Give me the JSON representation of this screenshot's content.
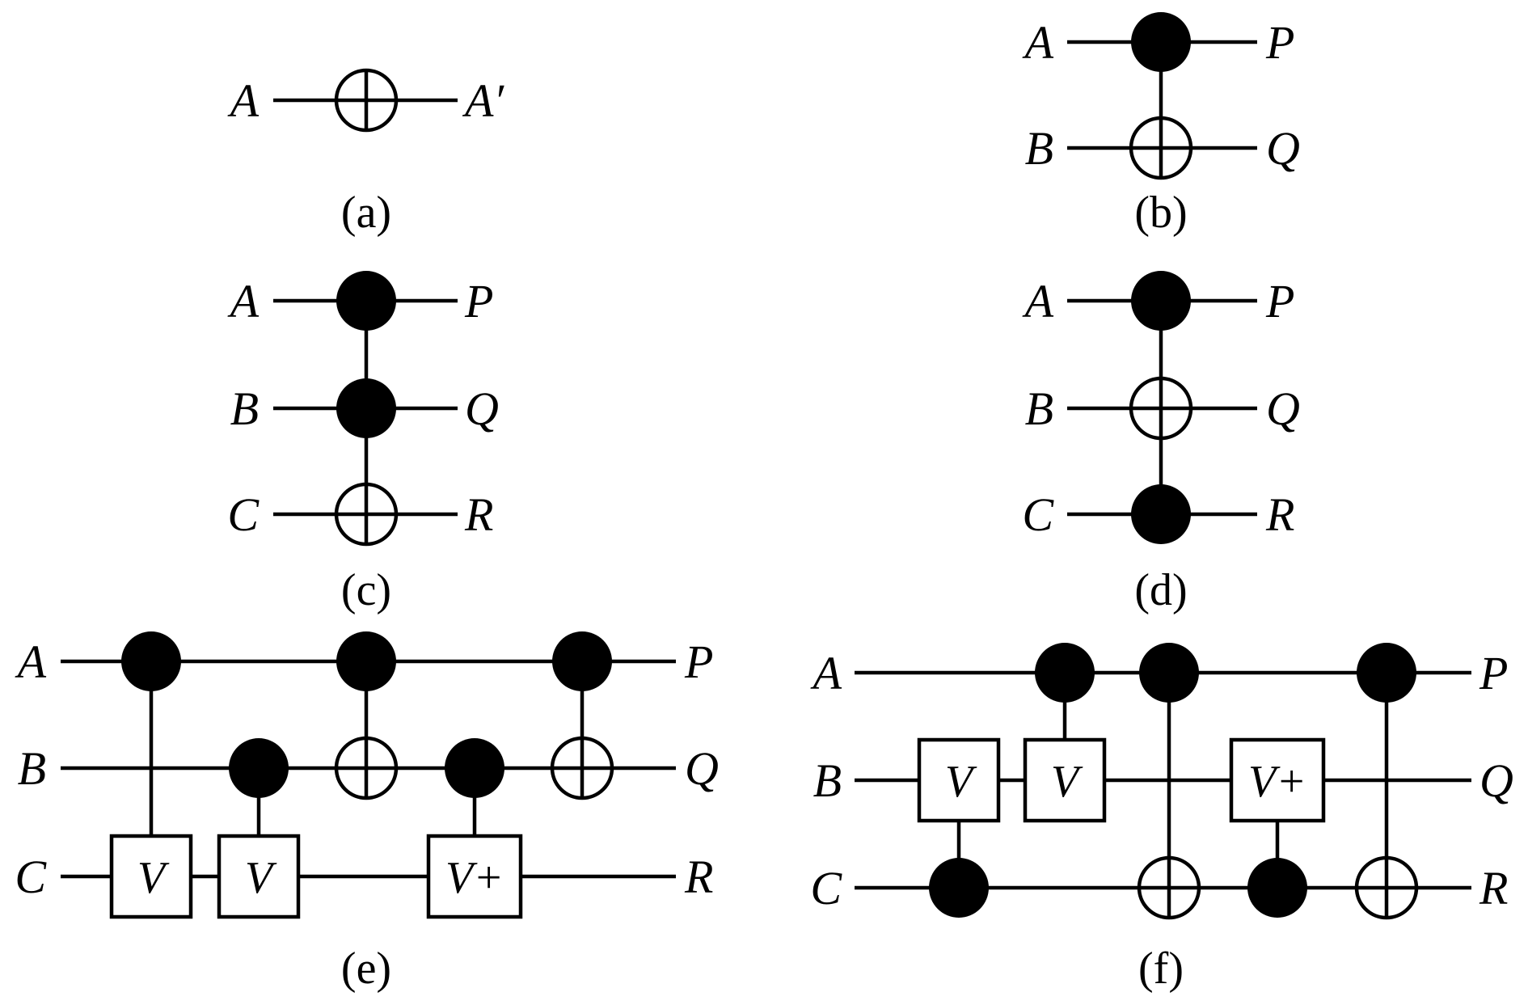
{
  "panels": [
    {
      "id": "a",
      "caption": "(a)",
      "lines": [
        {
          "input": "A",
          "output": "A′"
        }
      ],
      "ops": [
        {
          "type": "target",
          "line": 0,
          "col": 0
        }
      ]
    },
    {
      "id": "b",
      "caption": "(b)",
      "lines": [
        {
          "input": "A",
          "output": "P"
        },
        {
          "input": "B",
          "output": "Q"
        }
      ],
      "ops": [
        {
          "type": "control",
          "line": 0,
          "col": 0
        },
        {
          "type": "target",
          "line": 1,
          "col": 0
        }
      ]
    },
    {
      "id": "c",
      "caption": "(c)",
      "lines": [
        {
          "input": "A",
          "output": "P"
        },
        {
          "input": "B",
          "output": "Q"
        },
        {
          "input": "C",
          "output": "R"
        }
      ],
      "ops": [
        {
          "type": "control",
          "line": 0,
          "col": 0
        },
        {
          "type": "control",
          "line": 1,
          "col": 0
        },
        {
          "type": "target",
          "line": 2,
          "col": 0
        }
      ]
    },
    {
      "id": "d",
      "caption": "(d)",
      "lines": [
        {
          "input": "A",
          "output": "P"
        },
        {
          "input": "B",
          "output": "Q"
        },
        {
          "input": "C",
          "output": "R"
        }
      ],
      "ops": [
        {
          "type": "control",
          "line": 0,
          "col": 0
        },
        {
          "type": "target",
          "line": 1,
          "col": 0
        },
        {
          "type": "control",
          "line": 2,
          "col": 0
        }
      ]
    },
    {
      "id": "e",
      "caption": "(e)",
      "lines": [
        {
          "input": "A",
          "output": "P"
        },
        {
          "input": "B",
          "output": "Q"
        },
        {
          "input": "C",
          "output": "R"
        }
      ],
      "ops": [
        {
          "type": "control",
          "line": 0,
          "col": 0
        },
        {
          "type": "gate",
          "line": 2,
          "col": 0,
          "label": "V"
        },
        {
          "type": "control",
          "line": 1,
          "col": 1
        },
        {
          "type": "gate",
          "line": 2,
          "col": 1,
          "label": "V"
        },
        {
          "type": "control",
          "line": 0,
          "col": 2
        },
        {
          "type": "target",
          "line": 1,
          "col": 2
        },
        {
          "type": "control",
          "line": 1,
          "col": 3
        },
        {
          "type": "gate",
          "line": 2,
          "col": 3,
          "label": "V+"
        },
        {
          "type": "control",
          "line": 0,
          "col": 4
        },
        {
          "type": "target",
          "line": 1,
          "col": 4
        }
      ]
    },
    {
      "id": "f",
      "caption": "(f)",
      "lines": [
        {
          "input": "A",
          "output": "P"
        },
        {
          "input": "B",
          "output": "Q"
        },
        {
          "input": "C",
          "output": "R"
        }
      ],
      "ops": [
        {
          "type": "gate",
          "line": 1,
          "col": 0,
          "label": "V"
        },
        {
          "type": "control",
          "line": 2,
          "col": 0
        },
        {
          "type": "control",
          "line": 0,
          "col": 1
        },
        {
          "type": "gate",
          "line": 1,
          "col": 1,
          "label": "V"
        },
        {
          "type": "control",
          "line": 0,
          "col": 2
        },
        {
          "type": "target",
          "line": 2,
          "col": 2
        },
        {
          "type": "gate",
          "line": 1,
          "col": 3,
          "label": "V+"
        },
        {
          "type": "control",
          "line": 2,
          "col": 3
        },
        {
          "type": "control",
          "line": 0,
          "col": 4
        },
        {
          "type": "target",
          "line": 2,
          "col": 4
        }
      ]
    }
  ]
}
